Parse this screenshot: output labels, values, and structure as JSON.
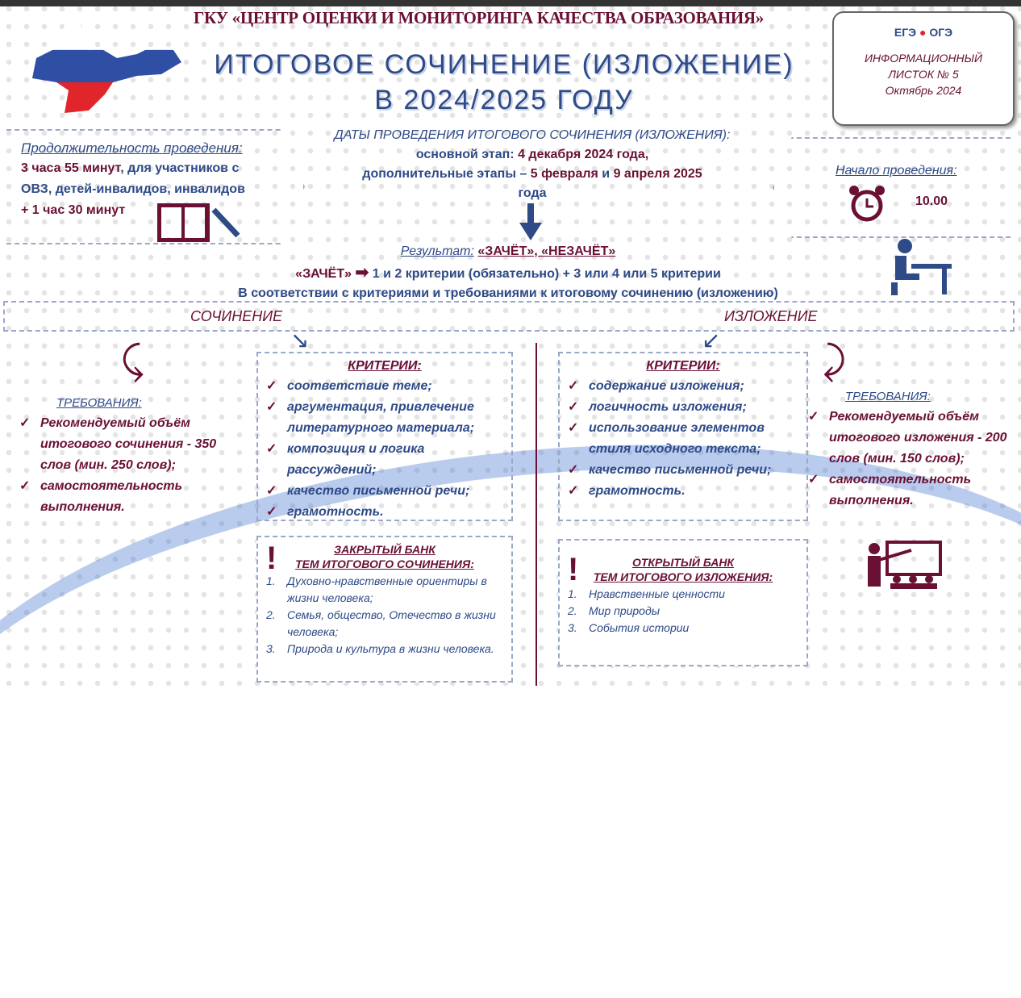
{
  "header": {
    "org": "ГКУ «ЦЕНТР ОЦЕНКИ И МОНИТОРИНГА КАЧЕСТВА ОБРАЗОВАНИЯ»",
    "title_line1": "ИТОГОВОЕ СОЧИНЕНИЕ (ИЗЛОЖЕНИЕ)",
    "title_line2": "В 2024/2025 ГОДУ"
  },
  "bubble": {
    "logo_left": "ЕГЭ",
    "logo_right": "ОГЭ",
    "line1": "ИНФОРМАЦИОННЫЙ",
    "line2": "ЛИСТОК № 5",
    "line3": "Октябрь 2024"
  },
  "duration": {
    "heading": "Продолжительность проведения:",
    "main": "3 часа 55 минут",
    "rest": ", для участников с ОВЗ, детей-инвалидов, инвалидов",
    "extra": "+ 1 час 30 минут"
  },
  "dates": {
    "heading": "ДАТЫ ПРОВЕДЕНИЯ ИТОГОВОГО СОЧИНЕНИЯ (ИЗЛОЖЕНИЯ):",
    "main_label": "основной этап: ",
    "main_date": "4 декабря 2024 года,",
    "extra_label": "дополнительные этапы – ",
    "extra_date1": "5 февраля",
    "and": " и ",
    "extra_date2": "9 апреля 2025",
    "year_word": "года"
  },
  "start": {
    "heading": "Начало проведения:",
    "time": "10.00"
  },
  "result": {
    "label": "Результат:",
    "values": "«ЗАЧЁТ», «НЕЗАЧЁТ»",
    "pass": "«ЗАЧЁТ»",
    "rule": "1 и 2 критерии (обязательно) + 3 или 4 или 5 критерии",
    "note": "В соответствии с критериями и требованиями к итоговому сочинению (изложению)"
  },
  "essay": {
    "label": "СОЧИНЕНИЕ",
    "req_heading": "ТРЕБОВАНИЯ:",
    "requirements": [
      "Рекомендуемый объём итогового сочинения - 350 слов (мин. 250 слов);",
      "самостоятельность выполнения."
    ],
    "crit_heading": "КРИТЕРИИ:",
    "criteria": [
      "соответствие теме;",
      "аргументация, привлечение литературного материала;",
      "композиция и логика рассуждений;",
      "качество письменной речи;",
      "грамотность."
    ],
    "bank_heading1": "ЗАКРЫТЫЙ БАНК",
    "bank_heading2": "ТЕМ ИТОГОВОГО СОЧИНЕНИЯ:",
    "bank": [
      "Духовно-нравственные ориентиры в жизни человека;",
      "Семья, общество, Отечество в жизни человека;",
      "Природа и культура в жизни человека."
    ]
  },
  "exposition": {
    "label": "ИЗЛОЖЕНИЕ",
    "req_heading": "ТРЕБОВАНИЯ:",
    "requirements": [
      "Рекомендуемый объём итогового изложения - 200 слов (мин. 150 слов);",
      "самостоятельность выполнения."
    ],
    "crit_heading": "КРИТЕРИИ:",
    "criteria": [
      "содержание изложения;",
      "логичность изложения;",
      "использование элементов стиля исходного текста;",
      "качество письменной речи;",
      "грамотность."
    ],
    "bank_heading1": "ОТКРЫТЫЙ БАНК",
    "bank_heading2": "ТЕМ ИТОГОВОГО ИЗЛОЖЕНИЯ:",
    "bank": [
      "Нравственные ценности",
      "Мир природы",
      "События истории"
    ]
  },
  "colors": {
    "maroon": "#6a1035",
    "blue": "#2e4a87"
  }
}
